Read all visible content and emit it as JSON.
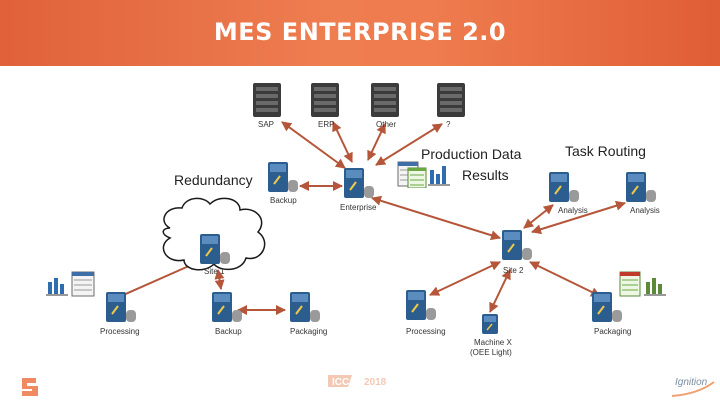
{
  "title": "MES ENTERPRISE 2.0",
  "top_servers": [
    "SAP",
    "ERP",
    "Other",
    "?"
  ],
  "headings": {
    "redundancy": "Redundancy",
    "production_data": "Production Data",
    "results": "Results",
    "task_routing": "Task Routing"
  },
  "nodes": {
    "backup_top": "Backup",
    "enterprise": "Enterprise",
    "analysis_1": "Analysis",
    "analysis_2": "Analysis",
    "site1": "Site 1",
    "site2": "Site 2",
    "site1_processing": "Processing",
    "site1_backup": "Backup",
    "site1_packaging": "Packaging",
    "site2_processing": "Processing",
    "site2_packaging": "Packaging",
    "machine_x": "Machine X",
    "machine_x_sub": "(OEE Light)"
  },
  "footer": {
    "event_logo": "ICC",
    "event_year": "2018",
    "brand": "Ignition"
  },
  "colors": {
    "banner": "#e86b41",
    "arrow": "#b5563a",
    "server": "#2c5d8f"
  }
}
